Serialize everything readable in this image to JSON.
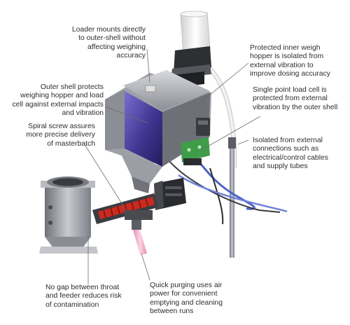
{
  "callouts": {
    "loader_mount": "Loader mounts directly\nto outer-shell without\naffecting weighing\naccuracy",
    "outer_shell": "Outer shell protects\nweighing hopper and  load\ncell against external impacts\nand vibration",
    "spiral_screw": "Spiral screw assures\nmore precise delivery\nof masterbatch",
    "inner_hopper": "Protected inner weigh\nhopper is isolated from\nexternal vibration to\nimprove dosing accuracy",
    "load_cell": "Single point load cell is\nprotected from external\nvibration by the outer shell",
    "isolated": "Isolated from external\nconnections such as\nelectrical/control cables\nand supply tubes",
    "no_gap": "No gap between throat\nand feeder reduces risk\nof contamination",
    "purging": "Quick purging uses air\npower for convenient\nemptying and cleaning\nbetween runs"
  },
  "colors": {
    "shell_purple": "#4a3f9a",
    "shell_steel": "#a7a9b0",
    "screw_red": "#c92a1f",
    "board_green": "#3f9d4a",
    "purge_pink": "#f2a9c6",
    "tube_blue": "#5a6fd0",
    "loader_white": "#f2f2f2"
  }
}
